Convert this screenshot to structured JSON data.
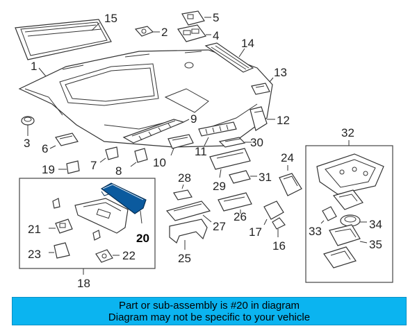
{
  "colors": {
    "banner": "#0bb4f0",
    "highlight": "#0b5a9e",
    "line": "#333333"
  },
  "callouts": {
    "c1": "1",
    "c2": "2",
    "c3": "3",
    "c4": "4",
    "c5": "5",
    "c6": "6",
    "c7": "7",
    "c8": "8",
    "c9": "9",
    "c10": "10",
    "c11": "11",
    "c12": "12",
    "c13": "13",
    "c14": "14",
    "c15": "15",
    "c16": "16",
    "c17": "17",
    "c18": "18",
    "c19": "19",
    "c20": "20",
    "c21": "21",
    "c22": "22",
    "c23": "23",
    "c24": "24",
    "c25": "25",
    "c26": "26",
    "c27": "27",
    "c28": "28",
    "c29": "29",
    "c30": "30",
    "c31": "31",
    "c32": "32",
    "c33": "33",
    "c34": "34",
    "c35": "35"
  },
  "banner": {
    "line1": "Part or sub-assembly is #20 in diagram",
    "line2": "Diagram may not be specific to your vehicle"
  }
}
